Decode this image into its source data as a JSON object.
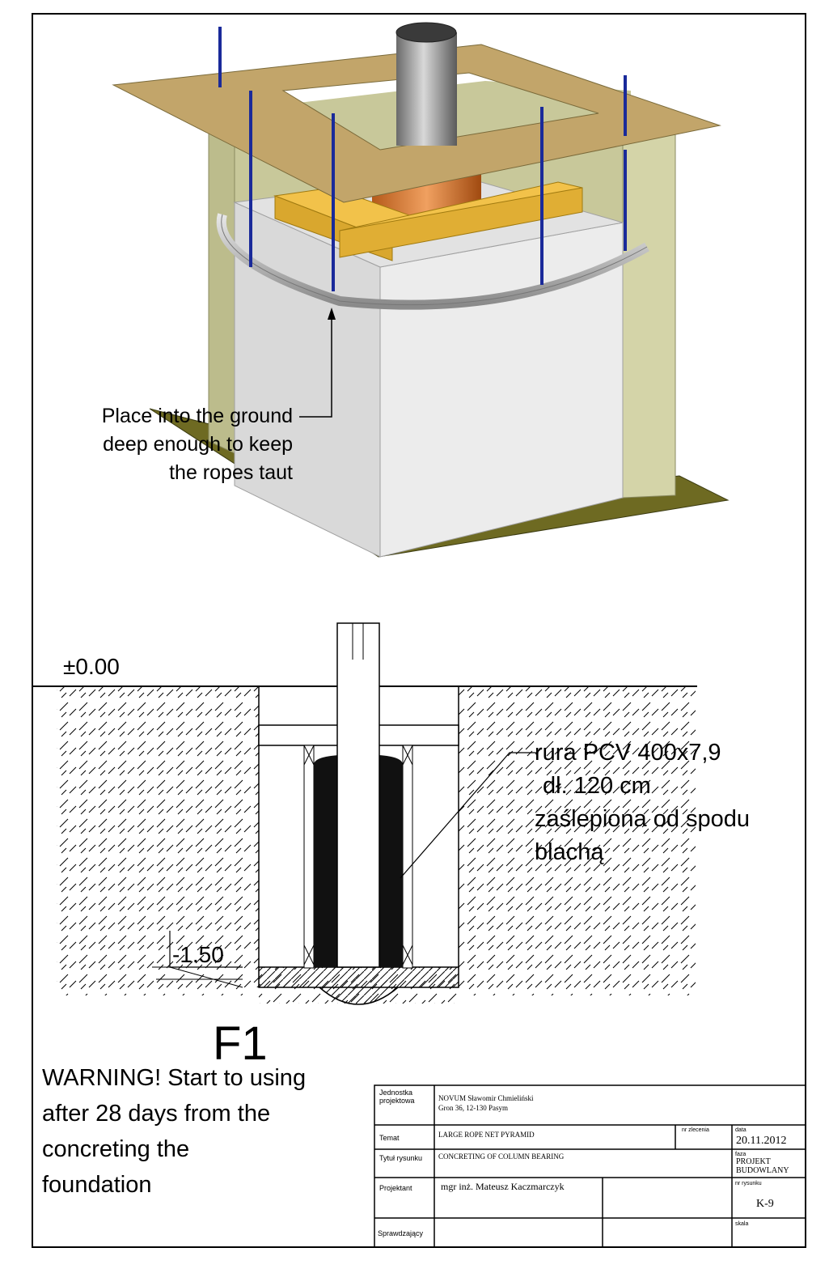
{
  "perspective_view": {
    "callout_lines": [
      "Place into the ground",
      "deep enough to keep",
      "the ropes taut"
    ]
  },
  "section": {
    "level_top": "±0.00",
    "level_bottom": "-1.50",
    "pipe_note_lines": [
      "rura PCV 400x7,9",
      "dł. 120 cm",
      "zaślepiona od spodu",
      "blachą"
    ],
    "label": "F1"
  },
  "warning_lines": [
    "WARNING! Start to using",
    "after 28 days from the",
    "concreting the",
    "foundation"
  ],
  "title_block": {
    "unit_label": "Jednostka projektowa",
    "unit_name": "NOVUM Sławomir Chmieliński",
    "unit_address": "Gron 36, 12-130 Pasym",
    "subject_label": "Temat",
    "subject": "LARGE ROPE NET PYRAMID",
    "number_label": "nr zlecenia",
    "date_label": "data",
    "date": "20.11.2012",
    "title_label": "Tytuł rysunku",
    "title": "CONCRETING OF COLUMN BEARING",
    "phase_label": "faza",
    "phase": "PROJEKT BUDOWLANY",
    "designer_label": "Projektant",
    "designer": "mgr inż. Mateusz Kaczmarczyk",
    "drawing_no_label": "nr rysunku",
    "drawing_no": "K-9",
    "checker_label": "Sprawdzający",
    "scale_label": "skala"
  }
}
